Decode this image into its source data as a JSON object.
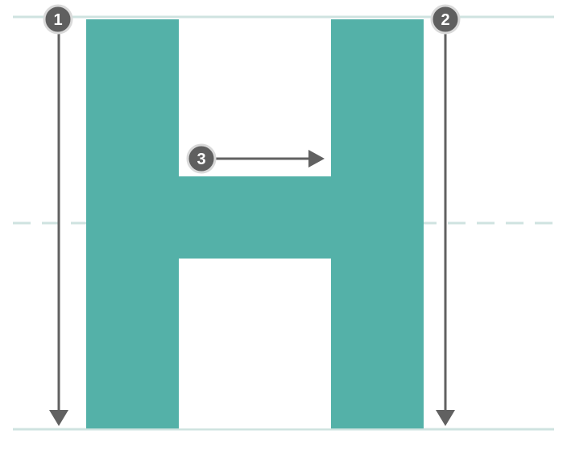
{
  "colors": {
    "letter": "#54b1a8",
    "guide_line": "#cfe3e0",
    "arrow": "#616161",
    "badge_fill": "#5f5f5f",
    "badge_stroke": "#d9d9d9",
    "badge_text": "#ffffff"
  },
  "letter": "H",
  "steps": [
    {
      "number": "1",
      "direction": "down"
    },
    {
      "number": "2",
      "direction": "down"
    },
    {
      "number": "3",
      "direction": "right"
    }
  ]
}
